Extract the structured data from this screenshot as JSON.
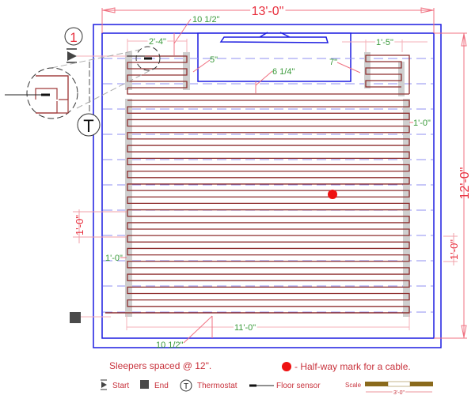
{
  "colors": {
    "wall": "#1c1ce0",
    "cable": "#8e2f2f",
    "sleeper": "#8f8ff0",
    "dim_red": "#e8303e",
    "dim_green": "#3a9a3a",
    "halfway_dot": "#ee1111",
    "grey": "#cfcfcf"
  },
  "dimensions": {
    "width_total": "13'-0\"",
    "height_total": "12'-0\"",
    "left_spacing": "1'-0\"",
    "right_spacing": "1'-0\"",
    "green_left_spacing": "1'-0\"",
    "green_right_spacing": "1'-0\"",
    "bottom_length": "11'-0\"",
    "bottom_offset": "10 1/2\"",
    "top_offset": "10 1/2\"",
    "top_left_width": "2'-4\"",
    "top_left_gap": "5\"",
    "notch_gap": "6 1/4\"",
    "right_gap": "7\"",
    "top_right_width": "1'-5\""
  },
  "detail_balloon": "1",
  "thermostat_symbol": "T",
  "notes": {
    "sleepers": "Sleepers spaced @ 12\".",
    "halfway": "- Half-way mark for a cable."
  },
  "legend": {
    "start": "Start",
    "end": "End",
    "thermostat_symbol": "T",
    "thermostat": "Thermostat",
    "floor_sensor": "Floor sensor",
    "scale": "Scale",
    "scale_length": "3'-0\""
  }
}
